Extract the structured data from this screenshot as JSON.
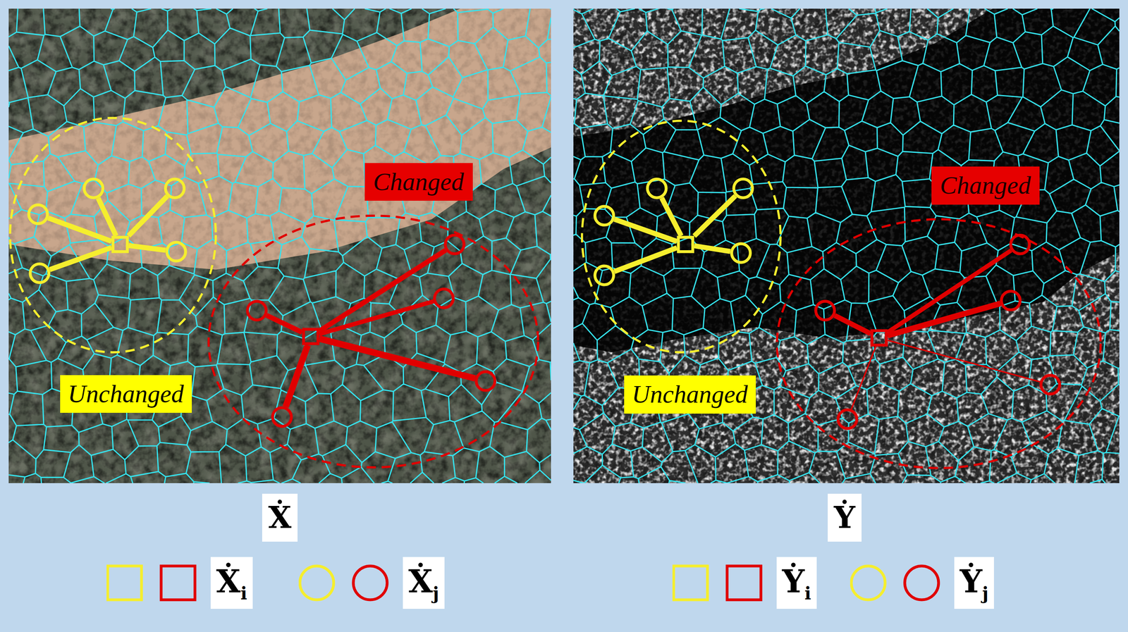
{
  "diagram": {
    "nodes": [
      {
        "text": [
          "Changed"
        ]
      },
      {
        "text": [
          "Changed"
        ]
      },
      {
        "text": [
          "Unchanged"
        ]
      },
      {
        "text": [
          "Unchanged"
        ]
      },
      {
        "text": [
          "Ẋ"
        ]
      },
      {
        "text": [
          "Ẏ"
        ]
      }
    ],
    "legend": [
      {
        "text": "Ẋi"
      },
      {
        "text": "Ẋj"
      },
      {
        "text": "Ẏi"
      },
      {
        "text": "Ẏj"
      }
    ]
  }
}
